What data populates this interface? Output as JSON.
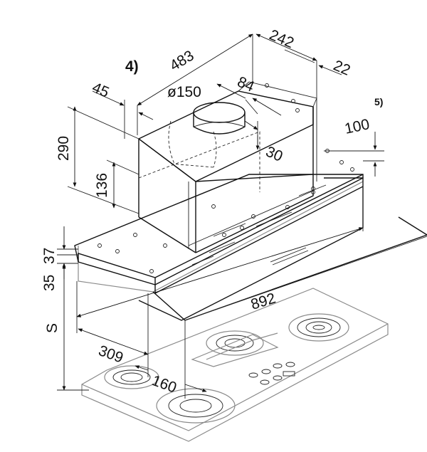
{
  "diagram": {
    "note_marker": "4)",
    "dimensions": {
      "hood_depth": "483",
      "chimney_width": "242",
      "offset_right": "22",
      "offset_left": "45",
      "duct_diameter": "ø150",
      "duct_offset": "84",
      "duct_inset": "30",
      "total_height": "290",
      "lower_height": "136",
      "bracket_height": "100",
      "bracket_note": "5)",
      "frame_height": "37",
      "panel_height": "35",
      "clearance": "S",
      "total_width": "892",
      "front_depth": "309",
      "cutout_depth": "160"
    }
  }
}
